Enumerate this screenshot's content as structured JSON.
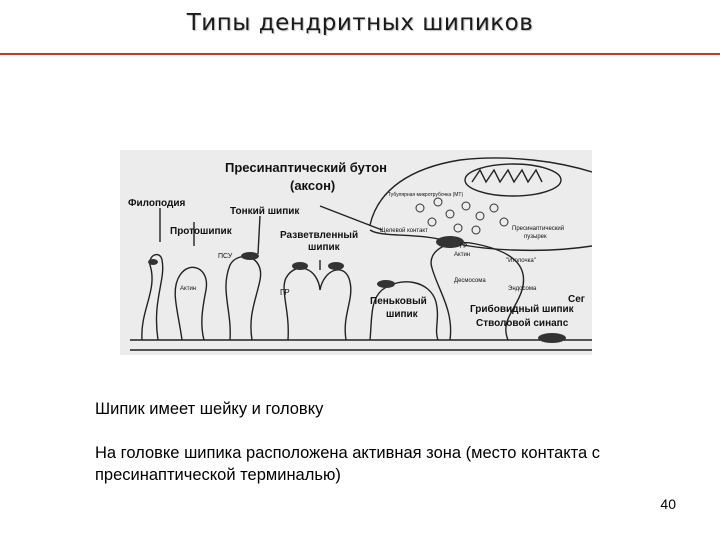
{
  "slide": {
    "title": "Типы дендритных шипиков",
    "text_line1": "Шипик имеет шейку и головку",
    "text_line2a": "На головке шипика расположена активная зона (место контакта с",
    "text_line2b": "пресинаптической терминалью)",
    "page_number": "40"
  },
  "figure": {
    "labels": {
      "presyn_line1": "Пресинаптический бутон",
      "presyn_line2": "(аксон)",
      "tubular": "Тубулярная микротрубочка (МТ)",
      "filopodia": "Филоподия",
      "thin": "Тонкий шипик",
      "proto": "Протошипик",
      "branched_1": "Разветвленный",
      "branched_2": "шипик",
      "slit": "Щелевой контакт",
      "psd_small": "ПСУ",
      "actin_small": "Актин",
      "gr_small": "ГР",
      "psd_label": "ПСУ",
      "gr_label": "ГР",
      "presyn_vesicle_1": "Пресинаптический",
      "presyn_vesicle_2": "пузырек",
      "gr2": "ГР",
      "actin2": "Актин",
      "desmosome": "Десмосома",
      "needle": "\"Иголочка\"",
      "endosome": "Эндосома",
      "stubby_1": "Пеньковый",
      "stubby_2": "шипик",
      "mushroom": "Грибовидный шипик",
      "shaft": "Стволовой синапс",
      "seg": "Сег"
    }
  }
}
